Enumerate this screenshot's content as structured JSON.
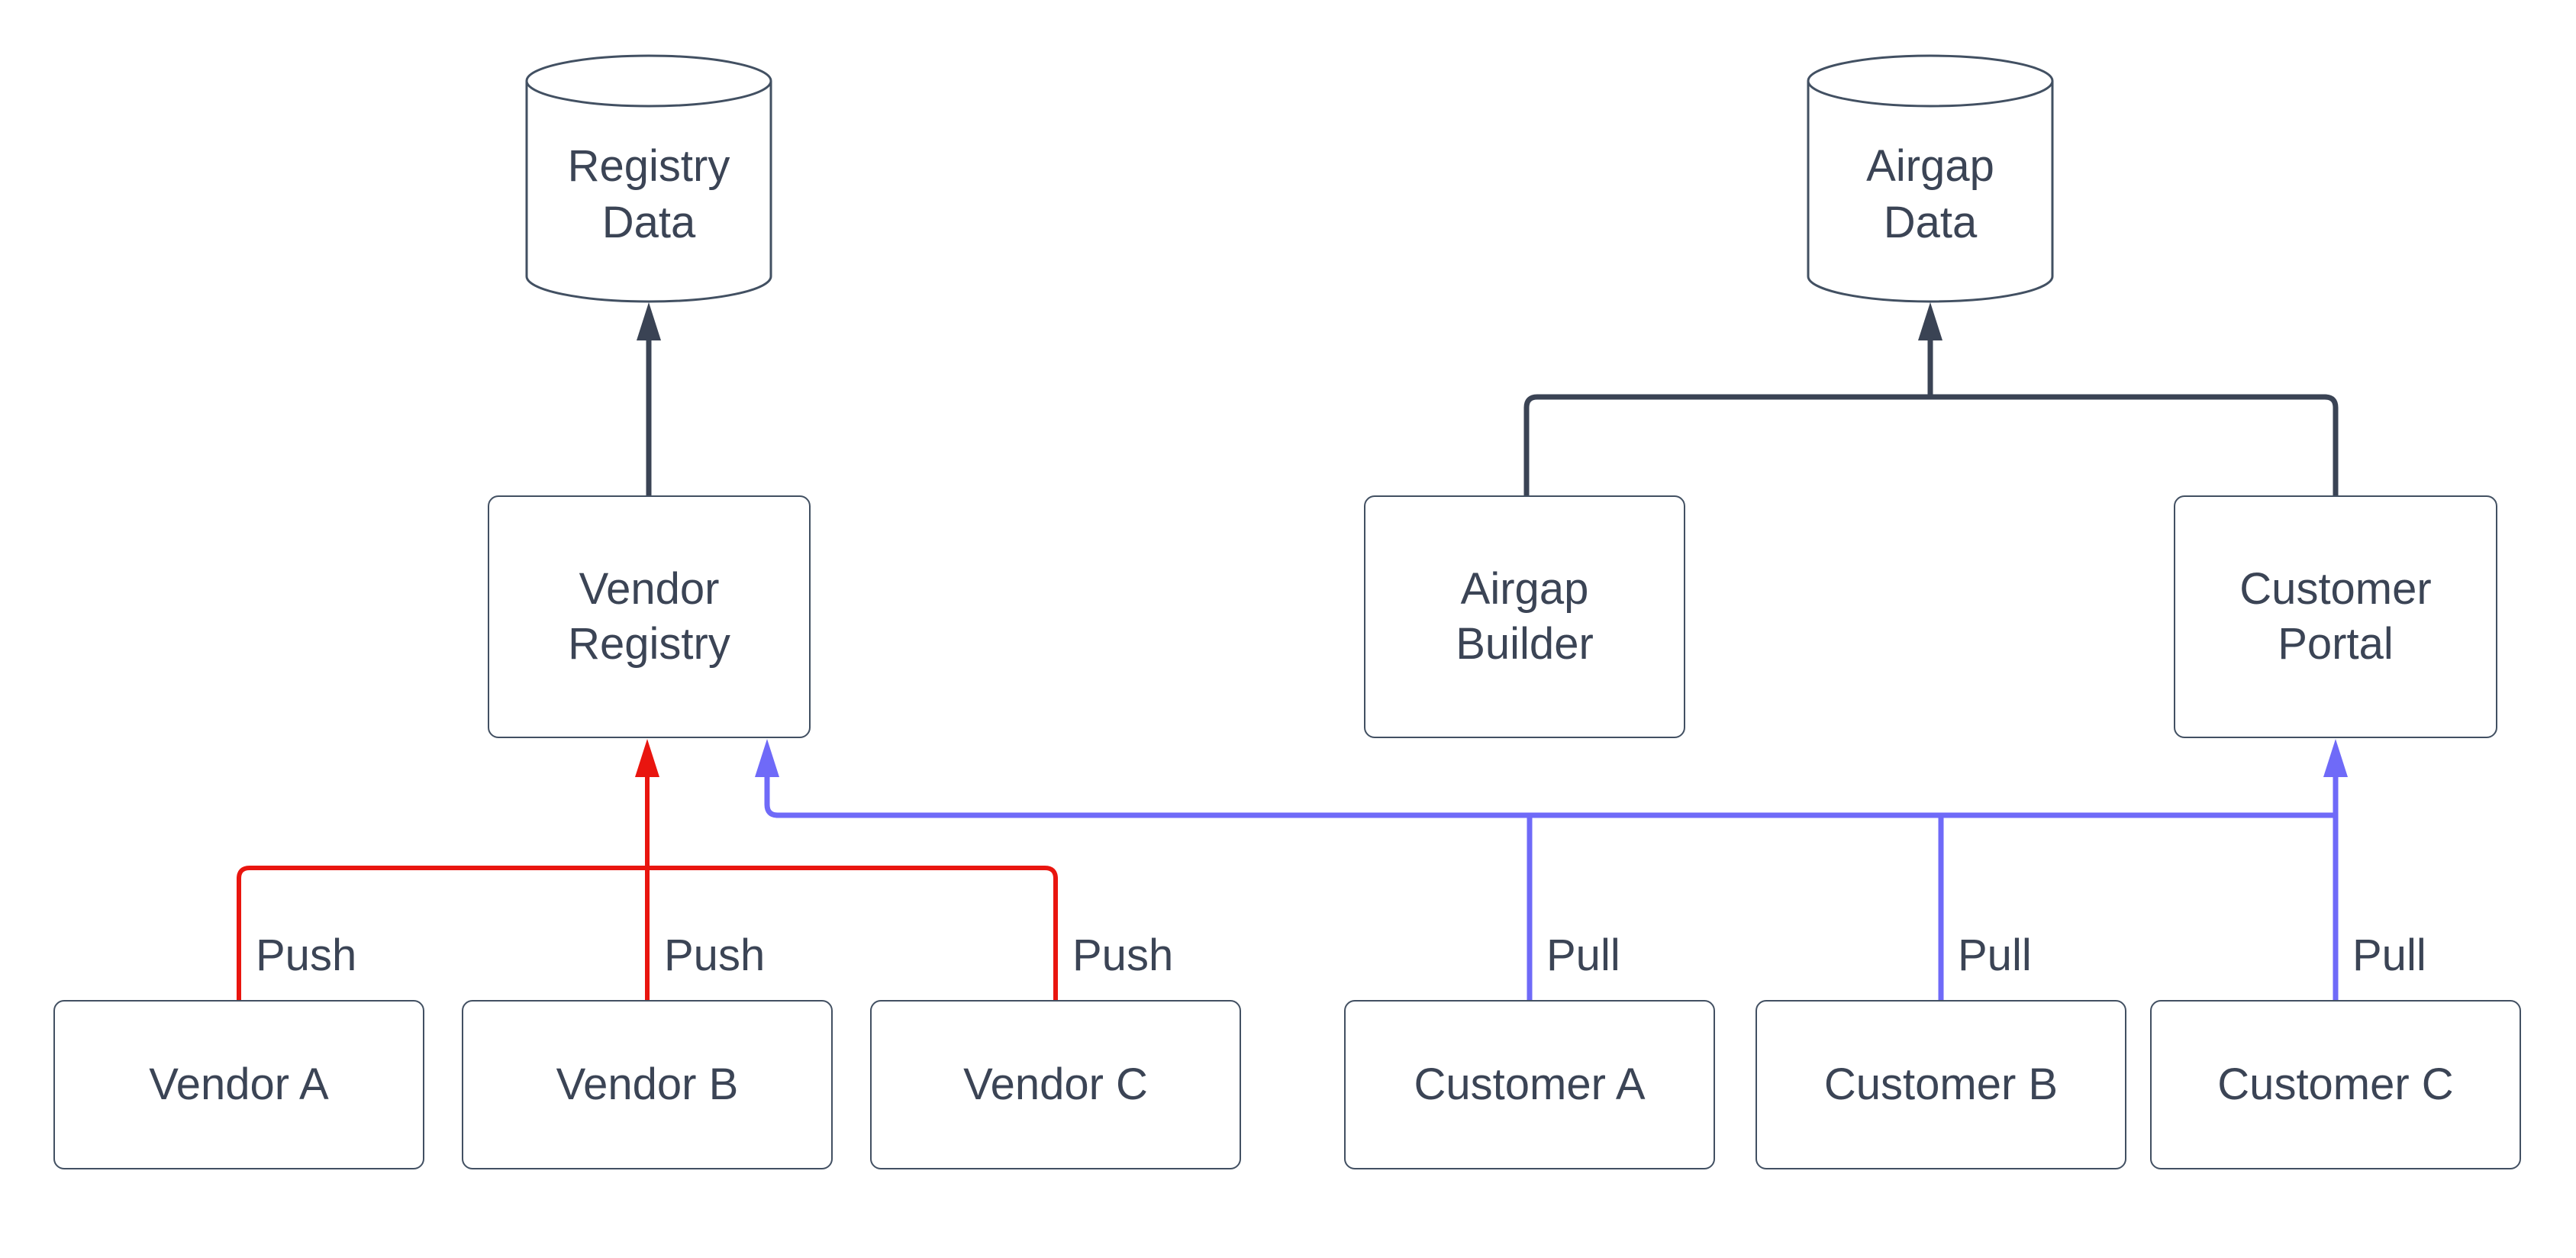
{
  "colors": {
    "red": "#e9150f",
    "blue": "#6f6af8",
    "dark": "#3a4354",
    "border": "#425062",
    "ink": "#3b4455",
    "bg": "#ffffff"
  },
  "nodes": {
    "registry_data": {
      "shape": "cylinder",
      "line1": "Registry",
      "line2": "Data"
    },
    "airgap_data": {
      "shape": "cylinder",
      "line1": "Airgap",
      "line2": "Data"
    },
    "vendor_registry": {
      "shape": "rect",
      "line1": "Vendor",
      "line2": "Registry"
    },
    "airgap_builder": {
      "shape": "rect",
      "line1": "Airgap",
      "line2": "Builder"
    },
    "customer_portal": {
      "shape": "rect",
      "line1": "Customer",
      "line2": "Portal"
    },
    "vendor_a": {
      "shape": "rect",
      "label": "Vendor A"
    },
    "vendor_b": {
      "shape": "rect",
      "label": "Vendor B"
    },
    "vendor_c": {
      "shape": "rect",
      "label": "Vendor C"
    },
    "customer_a": {
      "shape": "rect",
      "label": "Customer A"
    },
    "customer_b": {
      "shape": "rect",
      "label": "Customer B"
    },
    "customer_c": {
      "shape": "rect",
      "label": "Customer C"
    }
  },
  "edges": [
    {
      "from": "Vendor Registry",
      "to": "Registry Data",
      "color": "dark"
    },
    {
      "from": "Airgap Builder",
      "to": "Airgap Data",
      "color": "dark"
    },
    {
      "from": "Customer Portal",
      "to": "Airgap Data",
      "color": "dark"
    },
    {
      "from": "Vendor A",
      "to": "Vendor Registry",
      "label": "Push",
      "color": "red"
    },
    {
      "from": "Vendor B",
      "to": "Vendor Registry",
      "label": "Push",
      "color": "red"
    },
    {
      "from": "Vendor C",
      "to": "Vendor Registry",
      "label": "Push",
      "color": "red"
    },
    {
      "from": "Customer A",
      "to": "Vendor Registry",
      "label": "Pull",
      "color": "blue"
    },
    {
      "from": "Customer B",
      "to": "Vendor Registry",
      "label": "Pull",
      "color": "blue"
    },
    {
      "from": "Customer C",
      "to": "Customer Portal",
      "label": "Pull",
      "color": "blue"
    }
  ]
}
